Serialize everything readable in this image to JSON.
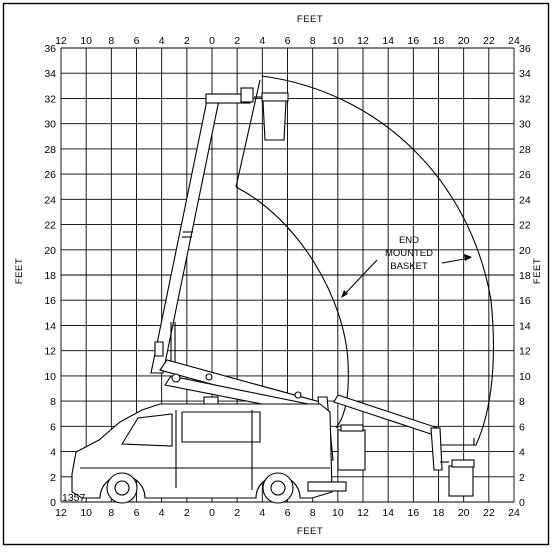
{
  "diagram": {
    "axis_title_top": "FEET",
    "axis_title_bottom": "FEET",
    "axis_title_left": "FEET",
    "axis_title_right": "FEET",
    "x_ticks": [
      "12",
      "10",
      "8",
      "6",
      "4",
      "2",
      "0",
      "2",
      "4",
      "6",
      "8",
      "10",
      "12",
      "14",
      "16",
      "18",
      "20",
      "22",
      "24"
    ],
    "y_ticks": [
      "0",
      "2",
      "4",
      "6",
      "8",
      "10",
      "12",
      "14",
      "16",
      "18",
      "20",
      "22",
      "24",
      "26",
      "28",
      "30",
      "32",
      "34",
      "36"
    ],
    "annotation_line1": "END",
    "annotation_line2": "MOUNTED",
    "annotation_line3": "BASKET",
    "model_number": "1357"
  }
}
